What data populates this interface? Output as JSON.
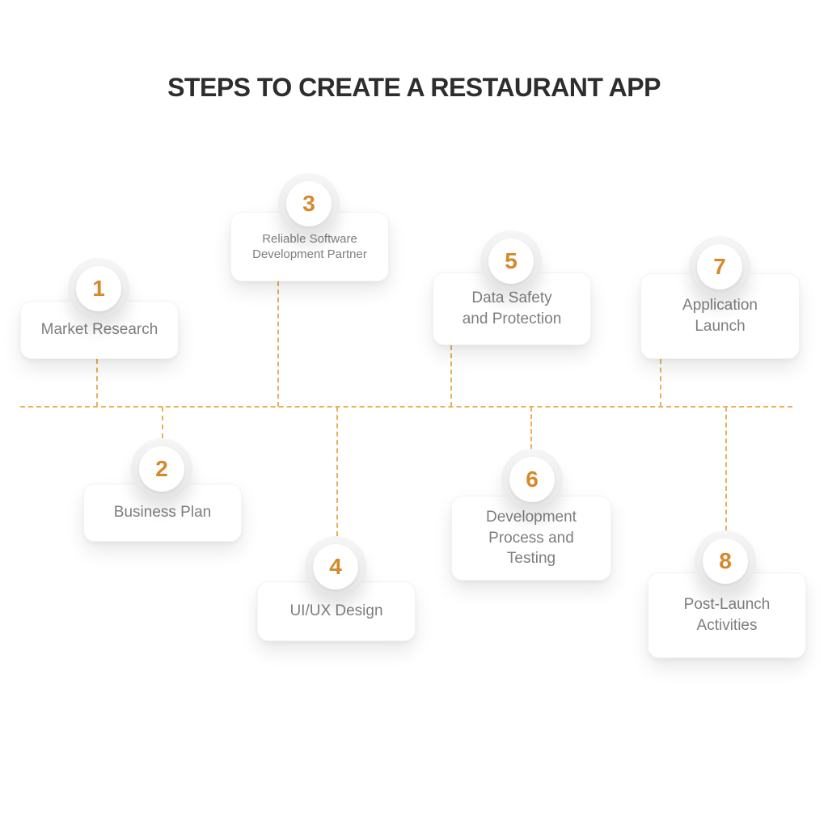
{
  "title": "STEPS TO CREATE A RESTAURANT APP",
  "colors": {
    "accent_orange": "#D5892B",
    "dash_amber": "#EBB05A",
    "card_text": "#7E7E7E",
    "title_text": "#2D2D2D",
    "circle_ring": "#EBEBEB",
    "card_bg": "#FFFFFF",
    "page_bg": "#FFFFFF"
  },
  "timeline": {
    "style": "horizontal-dashed-line",
    "steps_above": [
      "1",
      "3",
      "5",
      "7"
    ],
    "steps_below": [
      "2",
      "4",
      "6",
      "8"
    ]
  },
  "steps": [
    {
      "number": "1",
      "label": "Market Research",
      "position": "above-timeline"
    },
    {
      "number": "2",
      "label": "Business Plan",
      "position": "below-timeline"
    },
    {
      "number": "3",
      "label": "Reliable Software\nDevelopment Partner",
      "position": "above-timeline"
    },
    {
      "number": "4",
      "label": "UI/UX Design",
      "position": "below-timeline"
    },
    {
      "number": "5",
      "label": "Data Safety\nand Protection",
      "position": "above-timeline"
    },
    {
      "number": "6",
      "label": "Development\nProcess and\nTesting",
      "position": "below-timeline"
    },
    {
      "number": "7",
      "label": "Application\nLaunch",
      "position": "above-timeline"
    },
    {
      "number": "8",
      "label": "Post-Launch\nActivities",
      "position": "below-timeline"
    }
  ]
}
